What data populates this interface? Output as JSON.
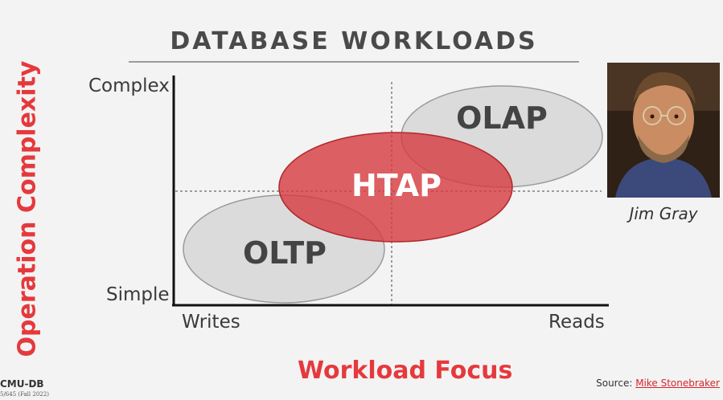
{
  "title": "DATABASE WORKLOADS",
  "y_axis": {
    "label": "Operation Complexity",
    "top": "Complex",
    "bottom": "Simple"
  },
  "x_axis": {
    "label": "Workload Focus",
    "left": "Writes",
    "right": "Reads"
  },
  "regions": [
    {
      "label": "OLTP",
      "color": "#d6d6d6"
    },
    {
      "label": "HTAP",
      "color": "#d63a3e"
    },
    {
      "label": "OLAP",
      "color": "#d6d6d6"
    }
  ],
  "portrait": {
    "caption": "Jim Gray"
  },
  "footer": {
    "logo": "CMU-DB",
    "course": "5/645 (Fall 2022)",
    "source_prefix": "Source: ",
    "source_link": "Mike Stonebraker"
  },
  "colors": {
    "accent": "#e5393d",
    "title": "#4a4a4a"
  }
}
